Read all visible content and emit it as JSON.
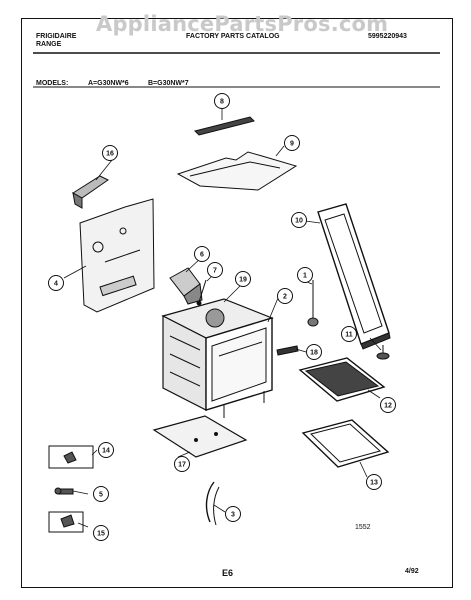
{
  "watermark": "AppliancePartsPros.com",
  "header": {
    "brand": "FRIGIDAIRE",
    "product": "RANGE",
    "catalog": "FACTORY PARTS CATALOG",
    "catalog_number": "5995220943"
  },
  "models": {
    "label": "MODELS:",
    "a": "A=G30NW*6",
    "b": "B=G30NW*7"
  },
  "footer": {
    "figure_code": "1552",
    "page": "E6",
    "date": "4/92"
  },
  "callouts": [
    {
      "n": "1"
    },
    {
      "n": "2"
    },
    {
      "n": "3"
    },
    {
      "n": "4"
    },
    {
      "n": "5"
    },
    {
      "n": "6"
    },
    {
      "n": "7"
    },
    {
      "n": "8"
    },
    {
      "n": "9"
    },
    {
      "n": "10"
    },
    {
      "n": "11"
    },
    {
      "n": "12"
    },
    {
      "n": "13"
    },
    {
      "n": "14"
    },
    {
      "n": "15"
    },
    {
      "n": "16"
    },
    {
      "n": "17"
    },
    {
      "n": "18"
    },
    {
      "n": "19"
    }
  ],
  "colors": {
    "ink": "#111111",
    "watermark": "#c9c9c9",
    "paper": "#ffffff"
  }
}
